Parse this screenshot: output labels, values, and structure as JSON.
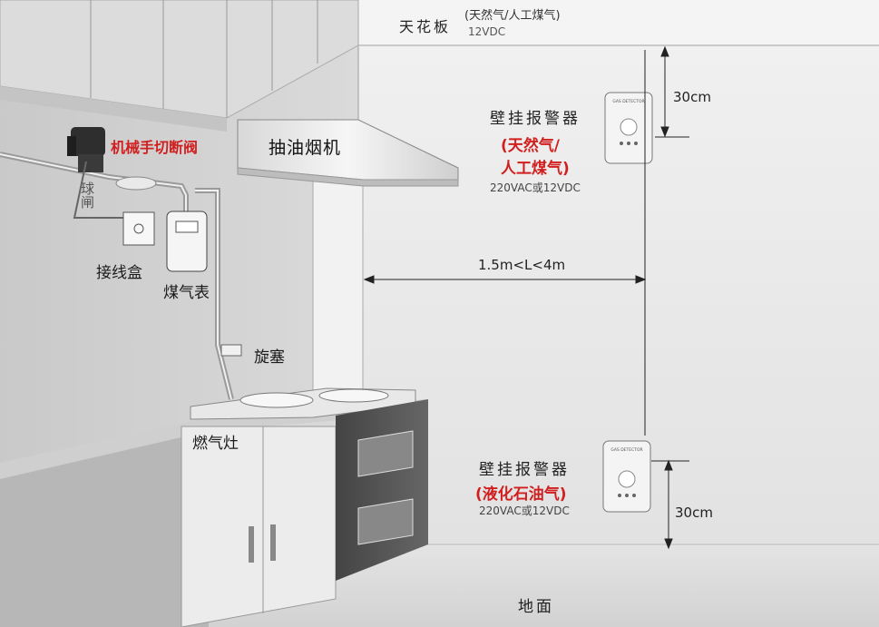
{
  "ceiling": {
    "label": "天花板",
    "gas_type": "(天然气/人工煤气)",
    "voltage": "12VDC"
  },
  "floor": {
    "label": "地面"
  },
  "hood": {
    "label": "抽油烟机"
  },
  "valve": {
    "label": "机械手切断阀"
  },
  "ball_valve": {
    "label": "球闸"
  },
  "junction_box": {
    "label": "接线盒"
  },
  "gas_meter": {
    "label": "煤气表"
  },
  "plug_valve": {
    "label": "旋塞"
  },
  "stove": {
    "label": "燃气灶"
  },
  "distance": {
    "label": "1.5m<L<4m"
  },
  "detector_top": {
    "title": "壁挂报警器",
    "gas_line1": "(天然气/",
    "gas_line2": "人工煤气)",
    "voltage": "220VAC或12VDC",
    "clearance": "30cm",
    "device_text": "GAS DETECTOR"
  },
  "detector_bottom": {
    "title": "壁挂报警器",
    "gas": "(液化石油气)",
    "voltage": "220VAC或12VDC",
    "clearance": "30cm",
    "device_text": "GAS DETECTOR"
  },
  "colors": {
    "label_red": "#d11f1f",
    "wall": "#e6e6e6",
    "floor": "#dcdcdc",
    "cabinet_dark": "#555555"
  }
}
